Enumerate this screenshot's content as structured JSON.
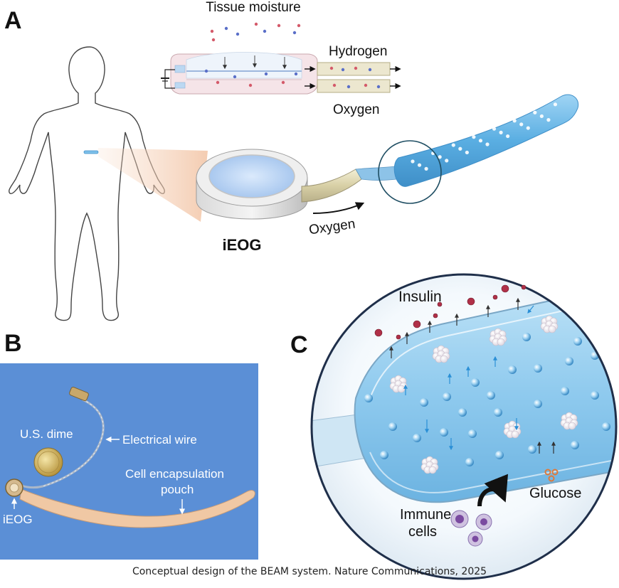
{
  "panels": {
    "a": {
      "letter": "A",
      "tissue_moisture": "Tissue moisture",
      "hydrogen": "Hydrogen",
      "oxygen_top": "Oxygen",
      "device": "iEOG",
      "oxygen_flow": "Oxygen"
    },
    "b": {
      "letter": "B",
      "dime": "U.S. dime",
      "wire": "Electrical wire",
      "pouch_line1": "Cell encapsulation",
      "pouch_line2": "pouch",
      "ieog": "iEOG"
    },
    "c": {
      "letter": "C",
      "insulin": "Insulin",
      "glucose": "Glucose",
      "immune_line1": "Immune",
      "immune_line2": "cells"
    }
  },
  "caption": "Conceptual design of the BEAM system. Nature Communications, 2025",
  "colors": {
    "panel_b_background": "#5b8fd6",
    "pouch": "#f0c8a4",
    "capsule": "#7ec0ea",
    "insulin": "#b03048",
    "glucose": "#e07a3a",
    "immune": "#7a4aa0"
  }
}
